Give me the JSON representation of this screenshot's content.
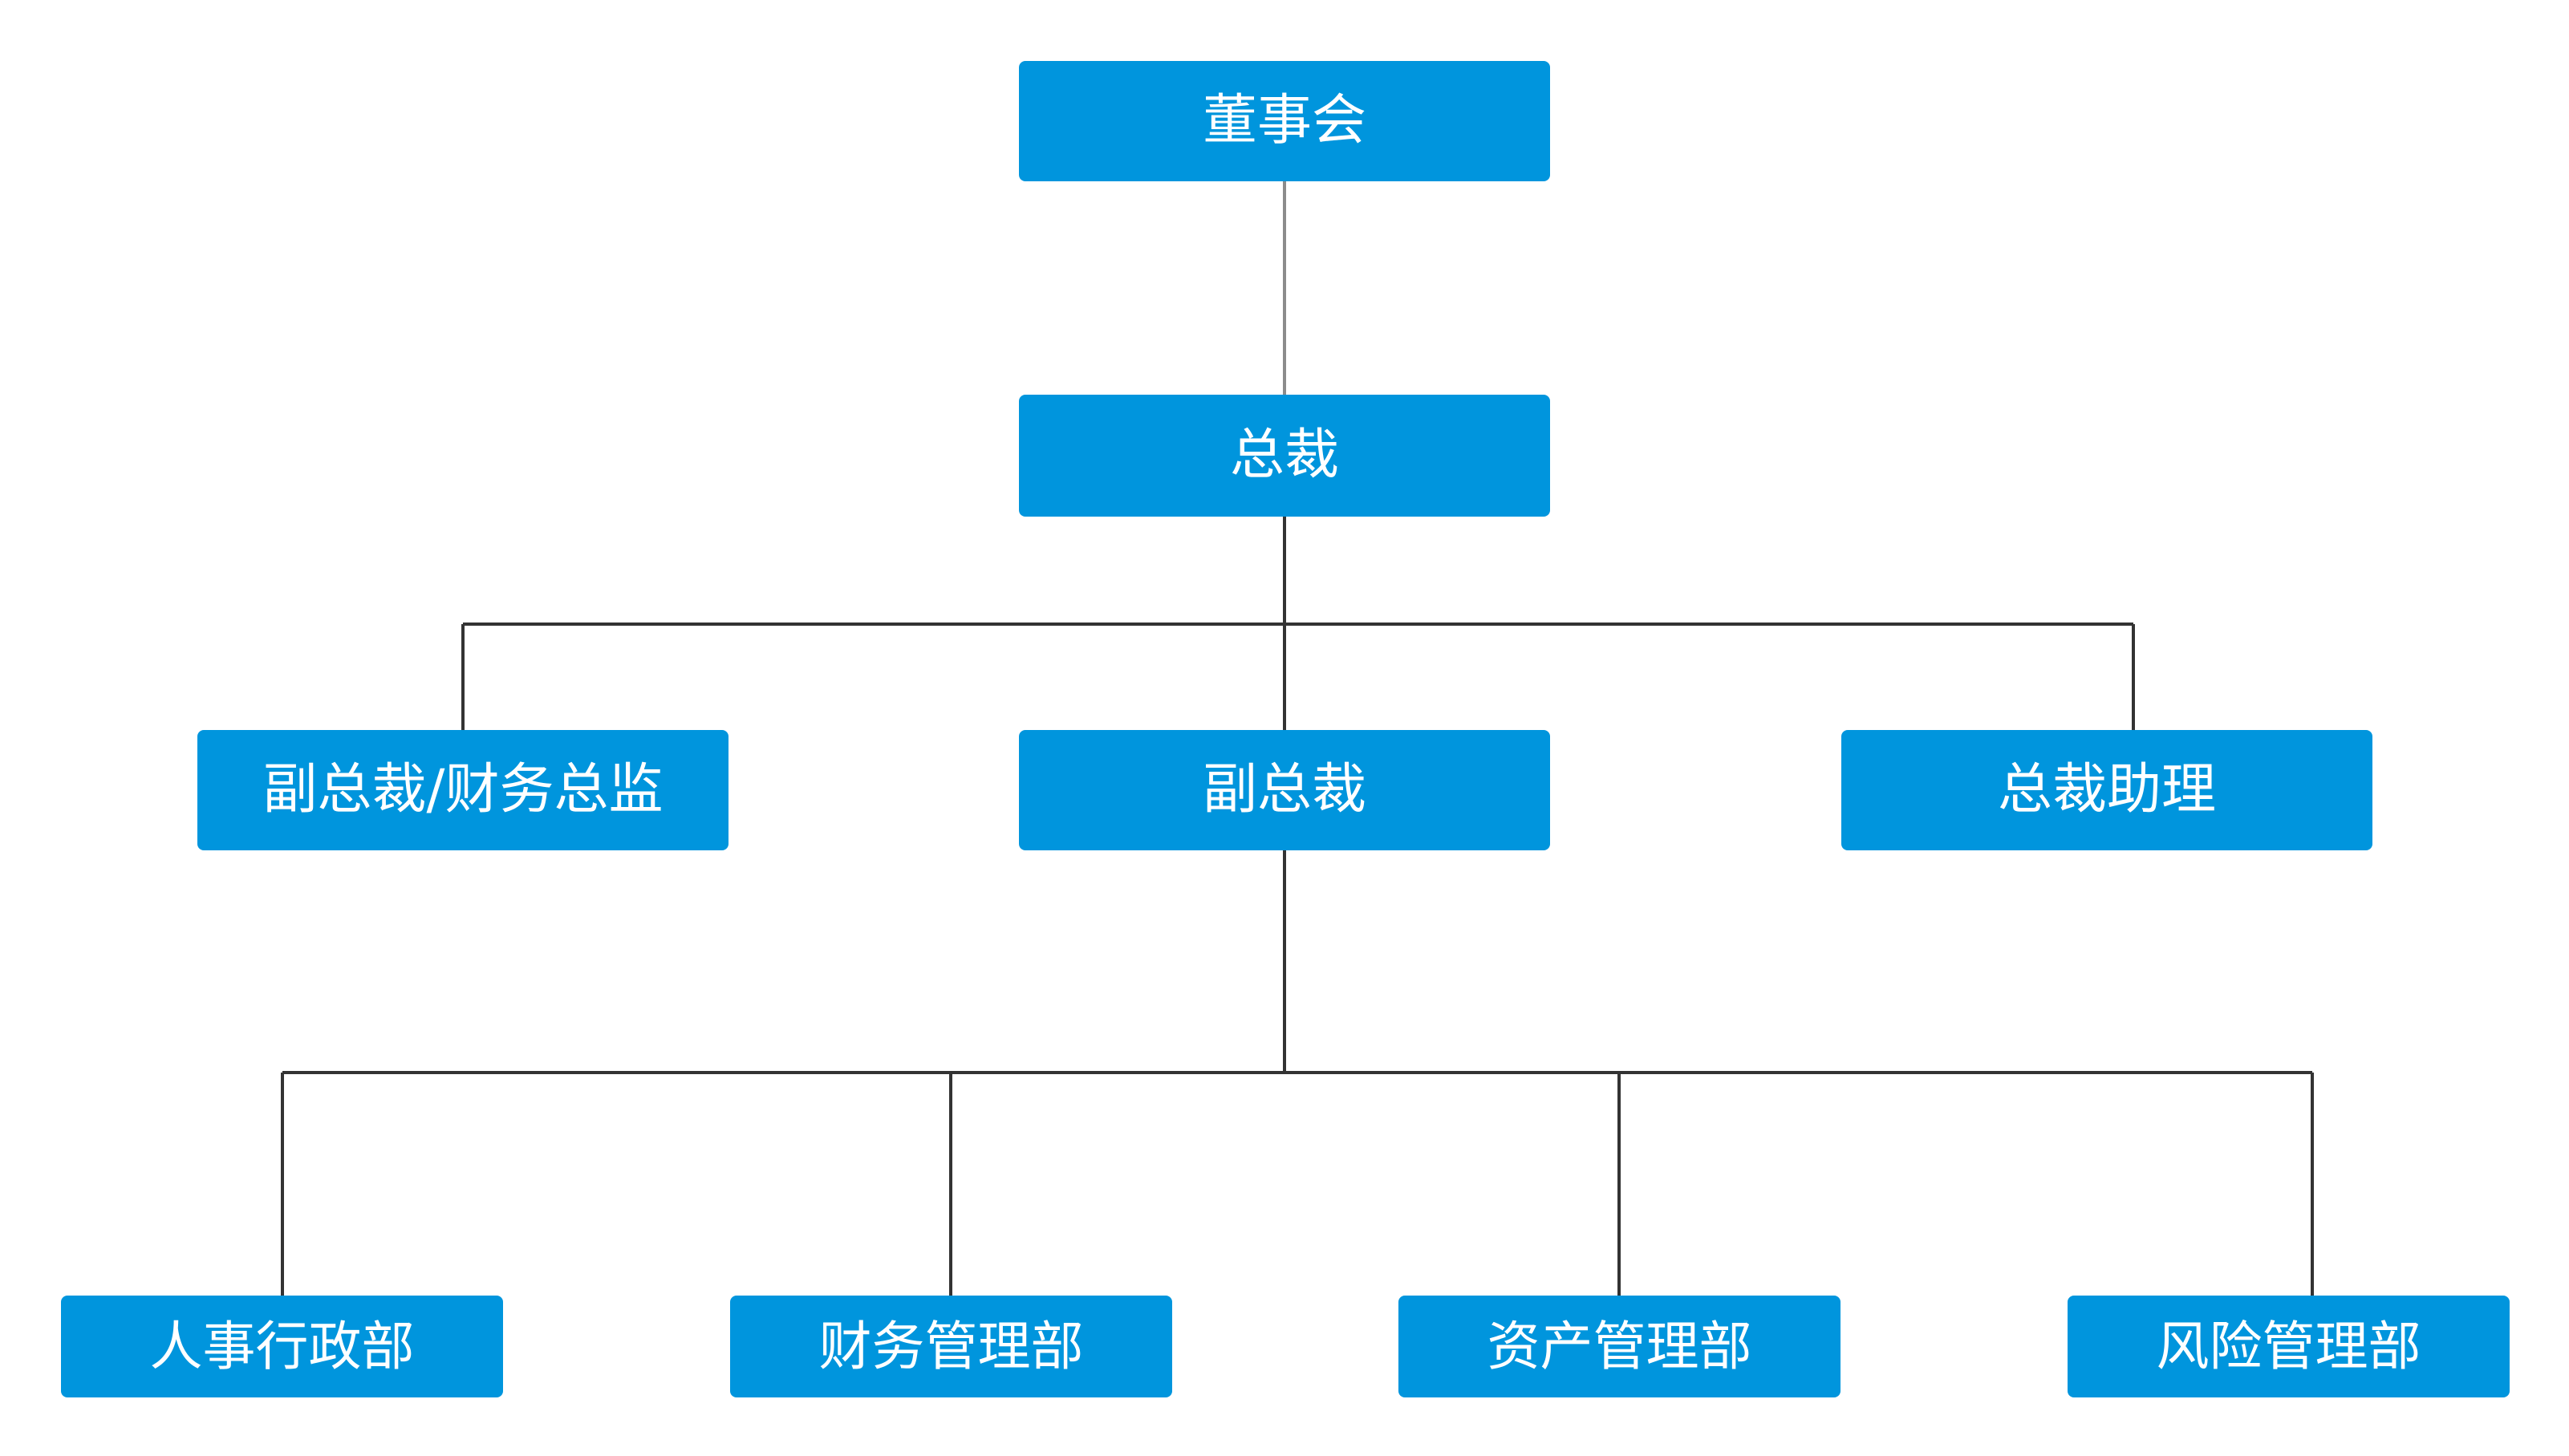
{
  "colors": {
    "box_fill": "#0095dd",
    "box_text": "#ffffff",
    "connector_top": "#8c8c8c",
    "connector": "#333333",
    "background": "#ffffff"
  },
  "org_chart": {
    "board": "董事会",
    "president": "总裁",
    "vice_presidents": [
      "副总裁/财务总监",
      "副总裁",
      "总裁助理"
    ],
    "departments": [
      "人事行政部",
      "财务管理部",
      "资产管理部",
      "风险管理部"
    ]
  }
}
